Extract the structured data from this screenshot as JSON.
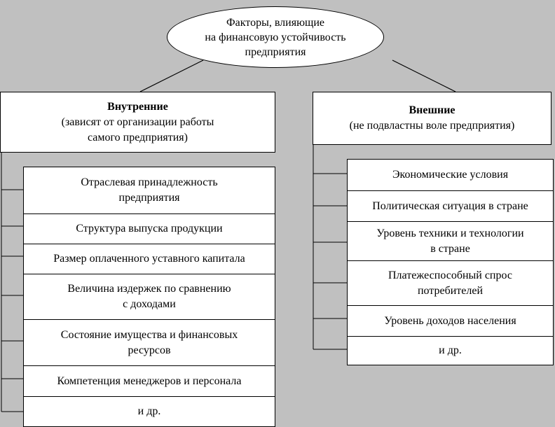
{
  "root": {
    "lines": [
      "Факторы, влияющие",
      "на финансовую устойчивость",
      "предприятия"
    ]
  },
  "internal": {
    "title": "Внутренние",
    "subtitle_lines": [
      "(зависят от организации работы",
      "самого предприятия)"
    ],
    "items": [
      [
        "Отраслевая принадлежность",
        "предприятия"
      ],
      [
        "Структура выпуска продукции"
      ],
      [
        "Размер оплаченного уставного капитала"
      ],
      [
        "Величина издержек по сравнению",
        "с доходами"
      ],
      [
        "Состояние имущества и финансовых",
        "ресурсов"
      ],
      [
        "Компетенция менеджеров и персонала"
      ],
      [
        "и др."
      ]
    ]
  },
  "external": {
    "title": "Внешние",
    "subtitle_lines": [
      "(не подвластны воле предприятия)"
    ],
    "items": [
      [
        "Экономические условия"
      ],
      [
        "Политическая ситуация в стране"
      ],
      [
        "Уровень техники и технологии",
        "в стране"
      ],
      [
        "Платежеспособный спрос",
        "потребителей"
      ],
      [
        "Уровень доходов населения"
      ],
      [
        "и др."
      ]
    ]
  }
}
